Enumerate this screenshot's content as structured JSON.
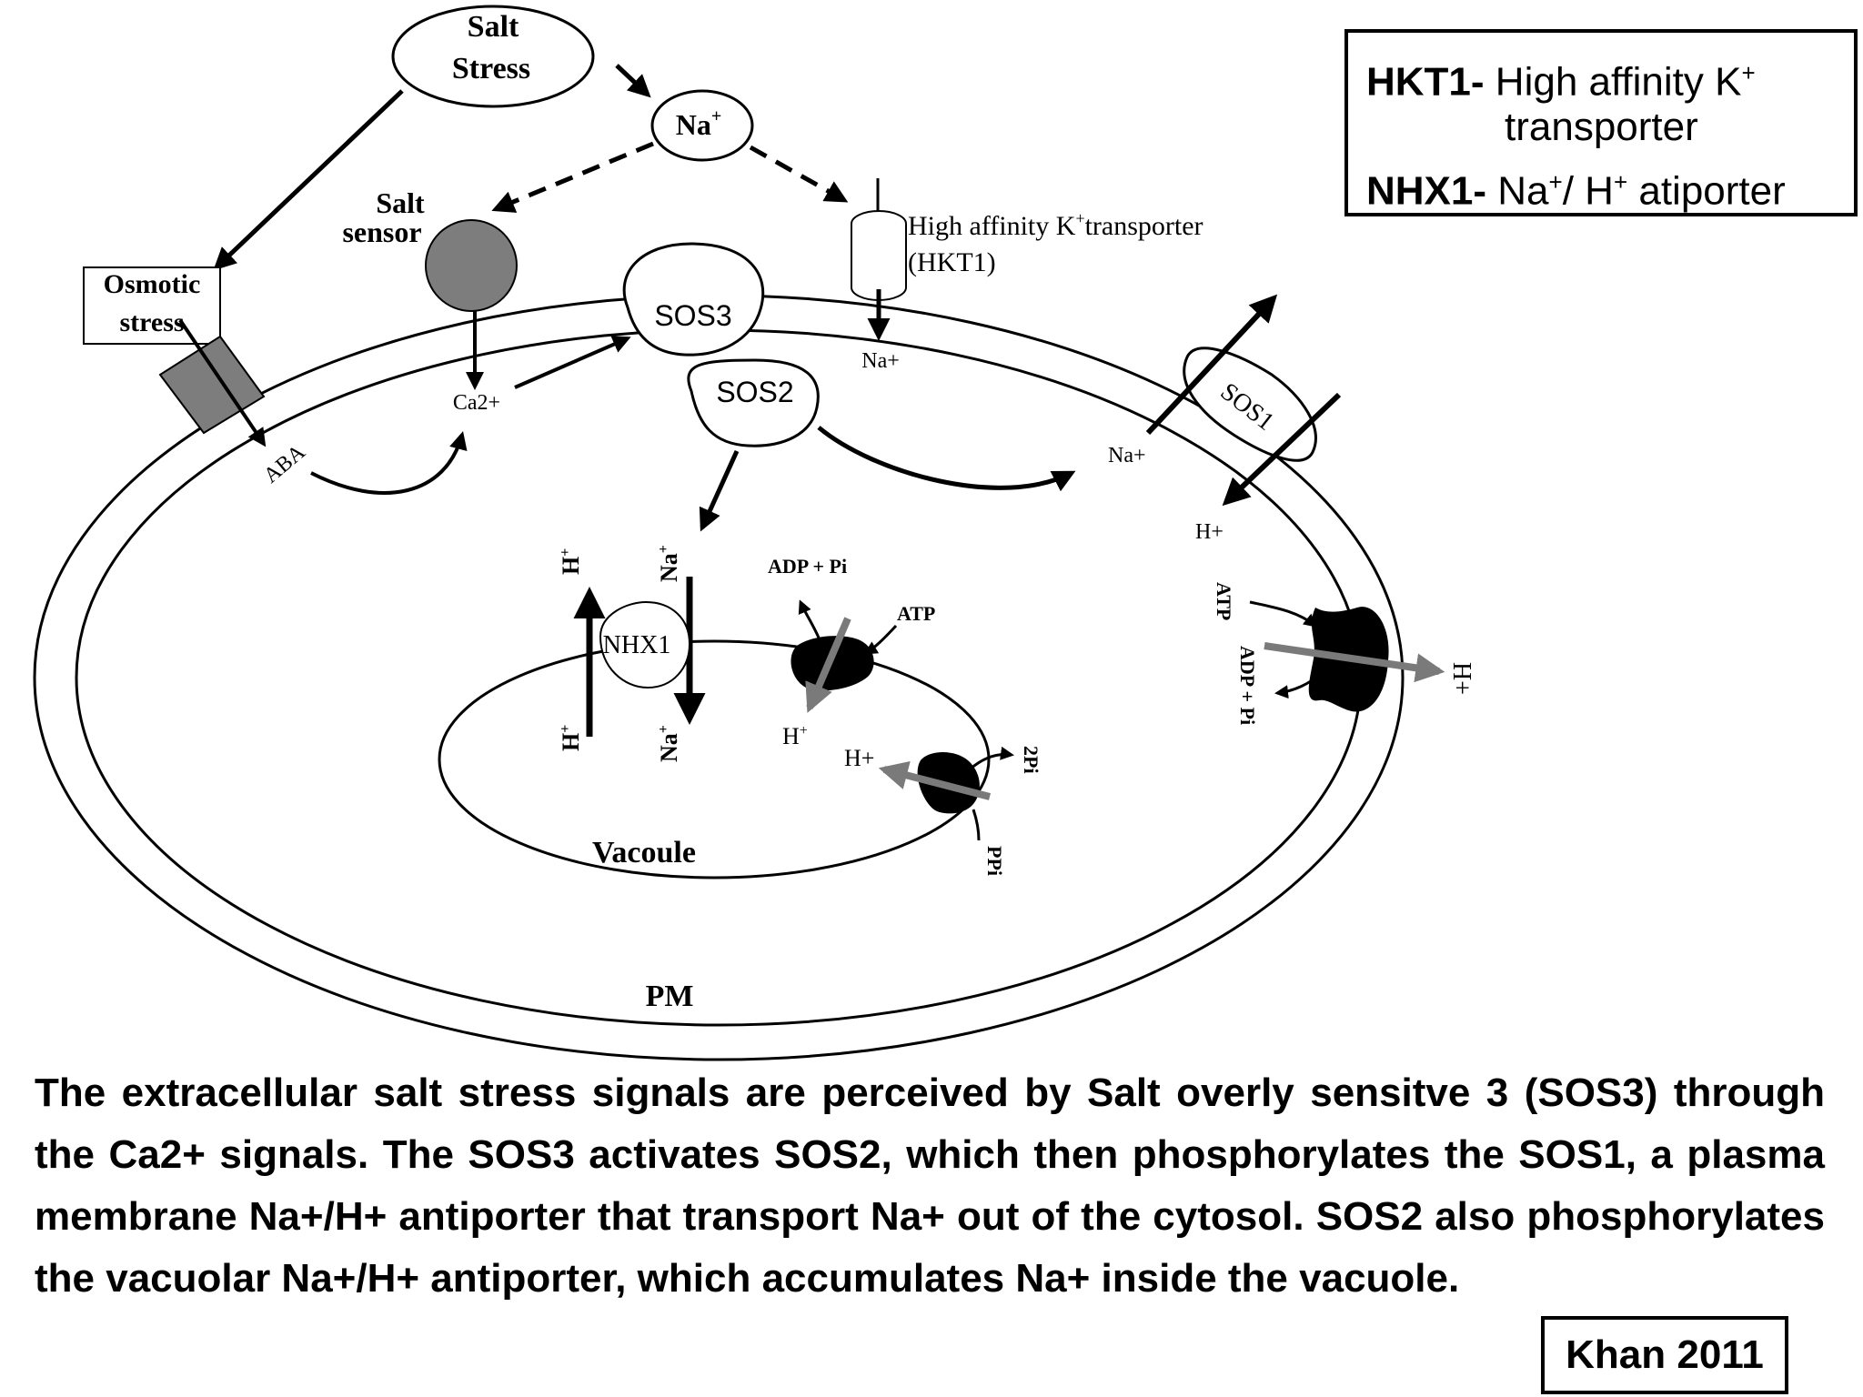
{
  "diagram": {
    "salt_stress": [
      "Salt",
      "Stress"
    ],
    "na_plus_top": "Na",
    "plus_sign": "+",
    "salt_sensor": [
      "Salt",
      "sensor"
    ],
    "osmotic_stress": [
      "Osmotic",
      "stress"
    ],
    "hkt1_label": [
      "High affinity K",
      "transporter",
      "(HKT1)"
    ],
    "sos3": "SOS3",
    "sos2": "SOS2",
    "sos1": "SOS1",
    "ca2": "Ca2+",
    "aba": "ABA",
    "na_hkt": "Na+",
    "na_sos1": "Na+",
    "h_sos1": "H+",
    "atp_pm": "ATP",
    "adp_pi_pm": "ADP + Pi",
    "h_pm_out": "H+",
    "nhx1": "NHX1",
    "h_plus_sym": "H",
    "na_plus_sym": "Na",
    "adp_pi_vac": "ADP + Pi",
    "atp_vac": "ATP",
    "h_vac_atp": "H",
    "h_vac_ppi": "H+",
    "two_pi": "2Pi",
    "ppi": "PPi",
    "vacuole": "Vacoule",
    "pm": "PM"
  },
  "legend": {
    "hkt1_term": "HKT1-",
    "hkt1_def_1": "High affinity K",
    "hkt1_def_2": "transporter",
    "nhx1_term": "NHX1-",
    "nhx1_def": "Na",
    "nhx1_def_mid": "/ H",
    "nhx1_def_end": "atiporter",
    "sup_plus": "+"
  },
  "caption": "The extracellular salt stress signals are perceived by Salt overly sensitve 3 (SOS3) through the Ca2+ signals. The SOS3 activates SOS2, which then phosphorylates the SOS1, a plasma membrane Na+/H+ antiporter that transport Na+ out of the cytosol. SOS2 also phosphorylates the vacuolar Na+/H+ antiporter, which accumulates Na+ inside the vacuole.",
  "credit": "Khan 2011"
}
